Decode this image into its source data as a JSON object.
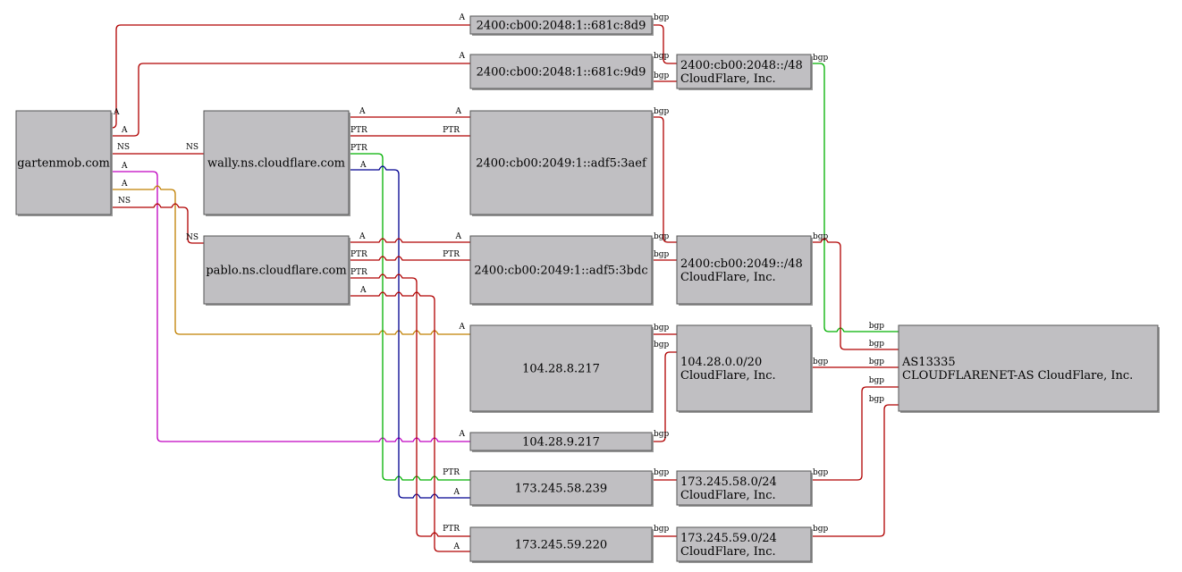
{
  "nodes": {
    "gartenmob": {
      "lines": [
        "gartenmob.com"
      ]
    },
    "wally": {
      "lines": [
        "wally.ns.cloudflare.com"
      ]
    },
    "pablo": {
      "lines": [
        "pablo.ns.cloudflare.com"
      ]
    },
    "ip6_8d9": {
      "lines": [
        "2400:cb00:2048:1::681c:8d9"
      ]
    },
    "ip6_9d9": {
      "lines": [
        "2400:cb00:2048:1::681c:9d9"
      ]
    },
    "net6_2048": {
      "lines": [
        "2400:cb00:2048::/48",
        "CloudFlare, Inc."
      ]
    },
    "ip6_3aef": {
      "lines": [
        "2400:cb00:2049:1::adf5:3aef"
      ]
    },
    "ip6_3bdc": {
      "lines": [
        "2400:cb00:2049:1::adf5:3bdc"
      ]
    },
    "net6_2049": {
      "lines": [
        "2400:cb00:2049::/48",
        "CloudFlare, Inc."
      ]
    },
    "ip4_8217": {
      "lines": [
        "104.28.8.217"
      ]
    },
    "ip4_9217": {
      "lines": [
        "104.28.9.217"
      ]
    },
    "net4_104": {
      "lines": [
        "104.28.0.0/20",
        "CloudFlare, Inc."
      ]
    },
    "ip4_58239": {
      "lines": [
        "173.245.58.239"
      ]
    },
    "net4_58": {
      "lines": [
        "173.245.58.0/24",
        "CloudFlare, Inc."
      ]
    },
    "ip4_59220": {
      "lines": [
        "173.245.59.220"
      ]
    },
    "net4_59": {
      "lines": [
        "173.245.59.0/24",
        "CloudFlare, Inc."
      ]
    },
    "as13335": {
      "lines": [
        "AS13335",
        "CLOUDFLARENET-AS CloudFlare, Inc."
      ]
    }
  },
  "edge_colors": {
    "red": "#b00000",
    "green": "#00b000",
    "navy": "#000090",
    "magenta": "#c000c0",
    "orange": "#c08000"
  },
  "edges": [
    {
      "id": "g-8d9",
      "from": "gartenmob",
      "to": "ip6_8d9",
      "color": "red",
      "labels": [
        "A",
        "A"
      ]
    },
    {
      "id": "g-9d9",
      "from": "gartenmob",
      "to": "ip6_9d9",
      "color": "red",
      "labels": [
        "A",
        "A"
      ]
    },
    {
      "id": "g-wally",
      "from": "gartenmob",
      "to": "wally",
      "color": "red",
      "labels": [
        "NS",
        "NS"
      ]
    },
    {
      "id": "g-9217",
      "from": "gartenmob",
      "to": "ip4_9217",
      "color": "magenta",
      "labels": [
        "A",
        "A"
      ]
    },
    {
      "id": "g-8217",
      "from": "gartenmob",
      "to": "ip4_8217",
      "color": "orange",
      "labels": [
        "A",
        "A"
      ]
    },
    {
      "id": "g-pablo",
      "from": "gartenmob",
      "to": "pablo",
      "color": "red",
      "labels": [
        "NS",
        "NS"
      ]
    },
    {
      "id": "w-3aef-a",
      "from": "wally",
      "to": "ip6_3aef",
      "color": "red",
      "labels": [
        "A",
        "A"
      ]
    },
    {
      "id": "w-3aef-ptr",
      "from": "wally",
      "to": "ip6_3aef",
      "color": "red",
      "labels": [
        "PTR",
        "PTR"
      ]
    },
    {
      "id": "w-58239-ptr",
      "from": "wally",
      "to": "ip4_58239",
      "color": "green",
      "labels": [
        "PTR",
        "PTR"
      ]
    },
    {
      "id": "w-58239-a",
      "from": "wally",
      "to": "ip4_58239",
      "color": "navy",
      "labels": [
        "A",
        "A"
      ]
    },
    {
      "id": "p-3bdc-a",
      "from": "pablo",
      "to": "ip6_3bdc",
      "color": "red",
      "labels": [
        "A",
        "A"
      ]
    },
    {
      "id": "p-3bdc-ptr",
      "from": "pablo",
      "to": "ip6_3bdc",
      "color": "red",
      "labels": [
        "PTR",
        "PTR"
      ]
    },
    {
      "id": "p-59220-ptr",
      "from": "pablo",
      "to": "ip4_59220",
      "color": "red",
      "labels": [
        "PTR",
        "PTR"
      ]
    },
    {
      "id": "p-59220-a",
      "from": "pablo",
      "to": "ip4_59220",
      "color": "red",
      "labels": [
        "A",
        "A"
      ]
    },
    {
      "id": "8d9-net",
      "from": "ip6_8d9",
      "to": "net6_2048",
      "color": "red",
      "labels": [
        "bgp",
        "bgp"
      ]
    },
    {
      "id": "9d9-net",
      "from": "ip6_9d9",
      "to": "net6_2048",
      "color": "red",
      "labels": [
        "bgp"
      ]
    },
    {
      "id": "3aef-net",
      "from": "ip6_3aef",
      "to": "net6_2049",
      "color": "red",
      "labels": [
        "bgp",
        "bgp"
      ]
    },
    {
      "id": "3bdc-net",
      "from": "ip6_3bdc",
      "to": "net6_2049",
      "color": "red",
      "labels": [
        "bgp"
      ]
    },
    {
      "id": "8217-net",
      "from": "ip4_8217",
      "to": "net4_104",
      "color": "red",
      "labels": [
        "bgp"
      ]
    },
    {
      "id": "9217-net",
      "from": "ip4_9217",
      "to": "net4_104",
      "color": "red",
      "labels": [
        "bgp",
        "bgp"
      ]
    },
    {
      "id": "58239-net",
      "from": "ip4_58239",
      "to": "net4_58",
      "color": "red",
      "labels": [
        "bgp"
      ]
    },
    {
      "id": "59220-net",
      "from": "ip4_59220",
      "to": "net4_59",
      "color": "red",
      "labels": [
        "bgp"
      ]
    },
    {
      "id": "n2048-as",
      "from": "net6_2048",
      "to": "as13335",
      "color": "green",
      "labels": [
        "bgp",
        "bgp"
      ]
    },
    {
      "id": "n2049-as",
      "from": "net6_2049",
      "to": "as13335",
      "color": "red",
      "labels": [
        "bgp",
        "bgp"
      ]
    },
    {
      "id": "n104-as",
      "from": "net4_104",
      "to": "as13335",
      "color": "red",
      "labels": [
        "bgp",
        "bgp"
      ]
    },
    {
      "id": "n58-as",
      "from": "net4_58",
      "to": "as13335",
      "color": "red",
      "labels": [
        "bgp",
        "bgp"
      ]
    },
    {
      "id": "n59-as",
      "from": "net4_59",
      "to": "as13335",
      "color": "red",
      "labels": [
        "bgp",
        "bgp"
      ]
    }
  ]
}
